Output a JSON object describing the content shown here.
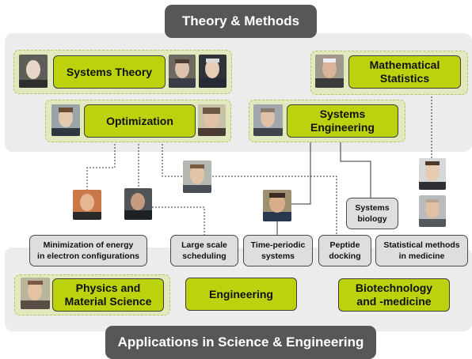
{
  "header": {
    "title": "Theory & Methods"
  },
  "footer": {
    "title": "Applications in Science & Engineering"
  },
  "theory_topics": {
    "systems_theory": "Systems Theory",
    "mathematical_statistics": "Mathematical\nStatistics",
    "optimization": "Optimization",
    "systems_engineering": "Systems\nEngineering"
  },
  "application_topics": {
    "physics": "Physics and\nMaterial Science",
    "engineering": "Engineering",
    "biotech": "Biotechnology\nand -medicine"
  },
  "projects": {
    "energy_minimization": "Minimization of energy\nin electron configurations",
    "large_scale_scheduling": "Large scale\nscheduling",
    "time_periodic": "Time-periodic\nsystems",
    "peptide_docking": "Peptide\ndocking",
    "statistical_methods": "Statistical methods\nin medicine",
    "systems_biology": "Systems\nbiology"
  },
  "colors": {
    "topic_fill": "#bcd20c",
    "group_fill": "#e2e9bf",
    "band_fill": "#ececec",
    "title_fill": "#575757",
    "project_fill": "#dedede"
  }
}
